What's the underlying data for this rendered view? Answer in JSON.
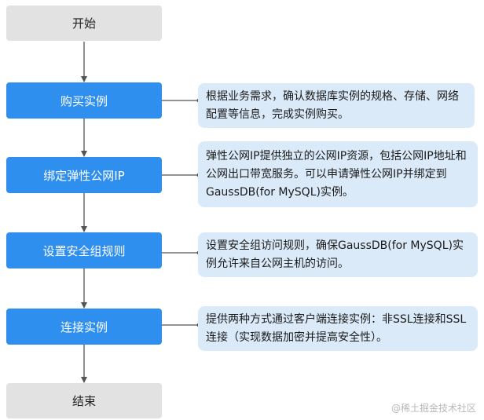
{
  "nodes": {
    "start": "开始",
    "buy": "购买实例",
    "bind_ip": "绑定弹性公网IP",
    "security_rules": "设置安全组规则",
    "connect": "连接实例",
    "end": "结束"
  },
  "notes": {
    "buy": "根据业务需求，确认数据库实例的规格、存储、网络配置等信息，完成实例购买。",
    "bind_ip": "弹性公网IP提供独立的公网IP资源，包括公网IP地址和公网出口带宽服务。可以申请弹性公网IP并绑定到GaussDB(for MySQL)实例。",
    "security_rules": "设置安全组访问规则，确保GaussDB(for MySQL)实例允许来自公网主机的访问。",
    "connect": "提供两种方式通过客户端连接实例：非SSL连接和SSL连接（实现数据加密并提高安全性）。"
  },
  "watermark": "@稀土掘金技术社区",
  "colors": {
    "step": "#2f8fef",
    "terminal": "#e2e2e2",
    "note": "#dbeaf9",
    "connector": "#555555"
  }
}
